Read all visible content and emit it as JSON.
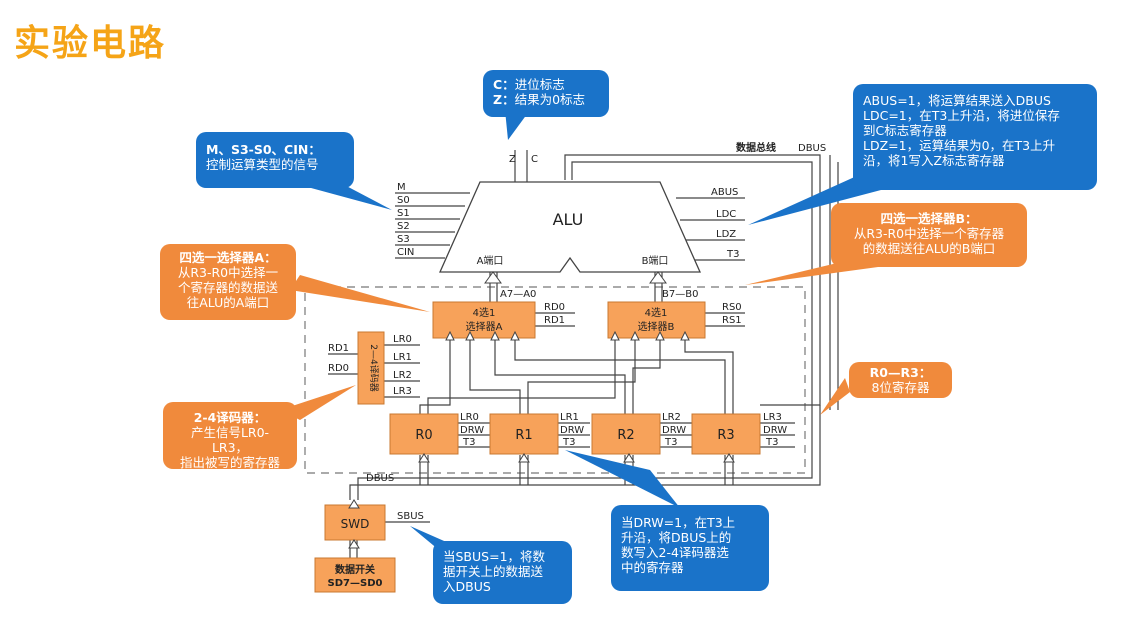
{
  "page": {
    "title": "实验电路"
  },
  "colors": {
    "title": "#f5a417",
    "blue": "#1a73c9",
    "orange_callout": "#f08a3c",
    "block": "#f7a25a",
    "block_border": "#c97830",
    "line": "#444444"
  },
  "alu": {
    "label": "ALU",
    "port_a": "A端口",
    "port_b": "B端口",
    "top_z": "Z",
    "top_c": "C",
    "left_signals": [
      "M",
      "S0",
      "S1",
      "S2",
      "S3",
      "CIN"
    ],
    "right_signals": [
      "ABUS",
      "LDC",
      "LDZ",
      "T3"
    ]
  },
  "bus": {
    "title": "数据总线",
    "name": "DBUS"
  },
  "mux_a": {
    "line1": "4选1",
    "line2": "选择器A",
    "bus": "A7—A0",
    "sel1": "RD0",
    "sel2": "RD1"
  },
  "mux_b": {
    "line1": "4选1",
    "line2": "选择器B",
    "bus": "B7—B0",
    "sel1": "RS0",
    "sel2": "RS1"
  },
  "decoder": {
    "label": "2—4译码器",
    "in1": "RD1",
    "in2": "RD0",
    "outputs": [
      "LR0",
      "LR1",
      "LR2",
      "LR3"
    ]
  },
  "registers": [
    {
      "name": "R0",
      "lr": "LR0",
      "drw": "DRW",
      "t3": "T3"
    },
    {
      "name": "R1",
      "lr": "LR1",
      "drw": "DRW",
      "t3": "T3"
    },
    {
      "name": "R2",
      "lr": "LR2",
      "drw": "DRW",
      "t3": "T3"
    },
    {
      "name": "R3",
      "lr": "LR3",
      "drw": "DRW",
      "t3": "T3"
    }
  ],
  "swd": {
    "label": "SWD",
    "dbus": "DBUS",
    "sbus": "SBUS"
  },
  "switch": {
    "line1": "数据开关",
    "line2": "SD7—SD0"
  },
  "callouts": {
    "cz": {
      "l1": "C：",
      "l1b": "进位标志",
      "l2": "Z：",
      "l2b": "结果为0标志"
    },
    "m": {
      "title": "M、S3-S0、CIN：",
      "body": "控制运算类型的信号"
    },
    "abus": {
      "l1": "ABUS=1，将运算结果送入DBUS",
      "l2": "LDC=1，在T3上升沿，将进位保存",
      "l3": "到C标志寄存器",
      "l4": "LDZ=1，运算结果为0，在T3上升",
      "l5": "沿，将1写入Z标志寄存器"
    },
    "sel_b": {
      "title": "四选一选择器B：",
      "l1": "从R3-R0中选择一个寄存器",
      "l2": "的数据送往ALU的B端口"
    },
    "sel_a": {
      "title": "四选一选择器A：",
      "l1": "从R3-R0中选择一",
      "l2": "个寄存器的数据送",
      "l3": "往ALU的A端口"
    },
    "regs": {
      "title": "R0—R3：",
      "body": "8位寄存器"
    },
    "dec": {
      "title": "2-4译码器：",
      "l1": "产生信号LR0-LR3，",
      "l2": "指出被写的寄存器"
    },
    "drw": {
      "l1": "当DRW=1，在T3上",
      "l2": "升沿，将DBUS上的",
      "l3": "数写入2-4译码器选",
      "l4": "中的寄存器"
    },
    "sbus": {
      "l1": "当SBUS=1，将数",
      "l2": "据开关上的数据送",
      "l3": "入DBUS"
    }
  }
}
